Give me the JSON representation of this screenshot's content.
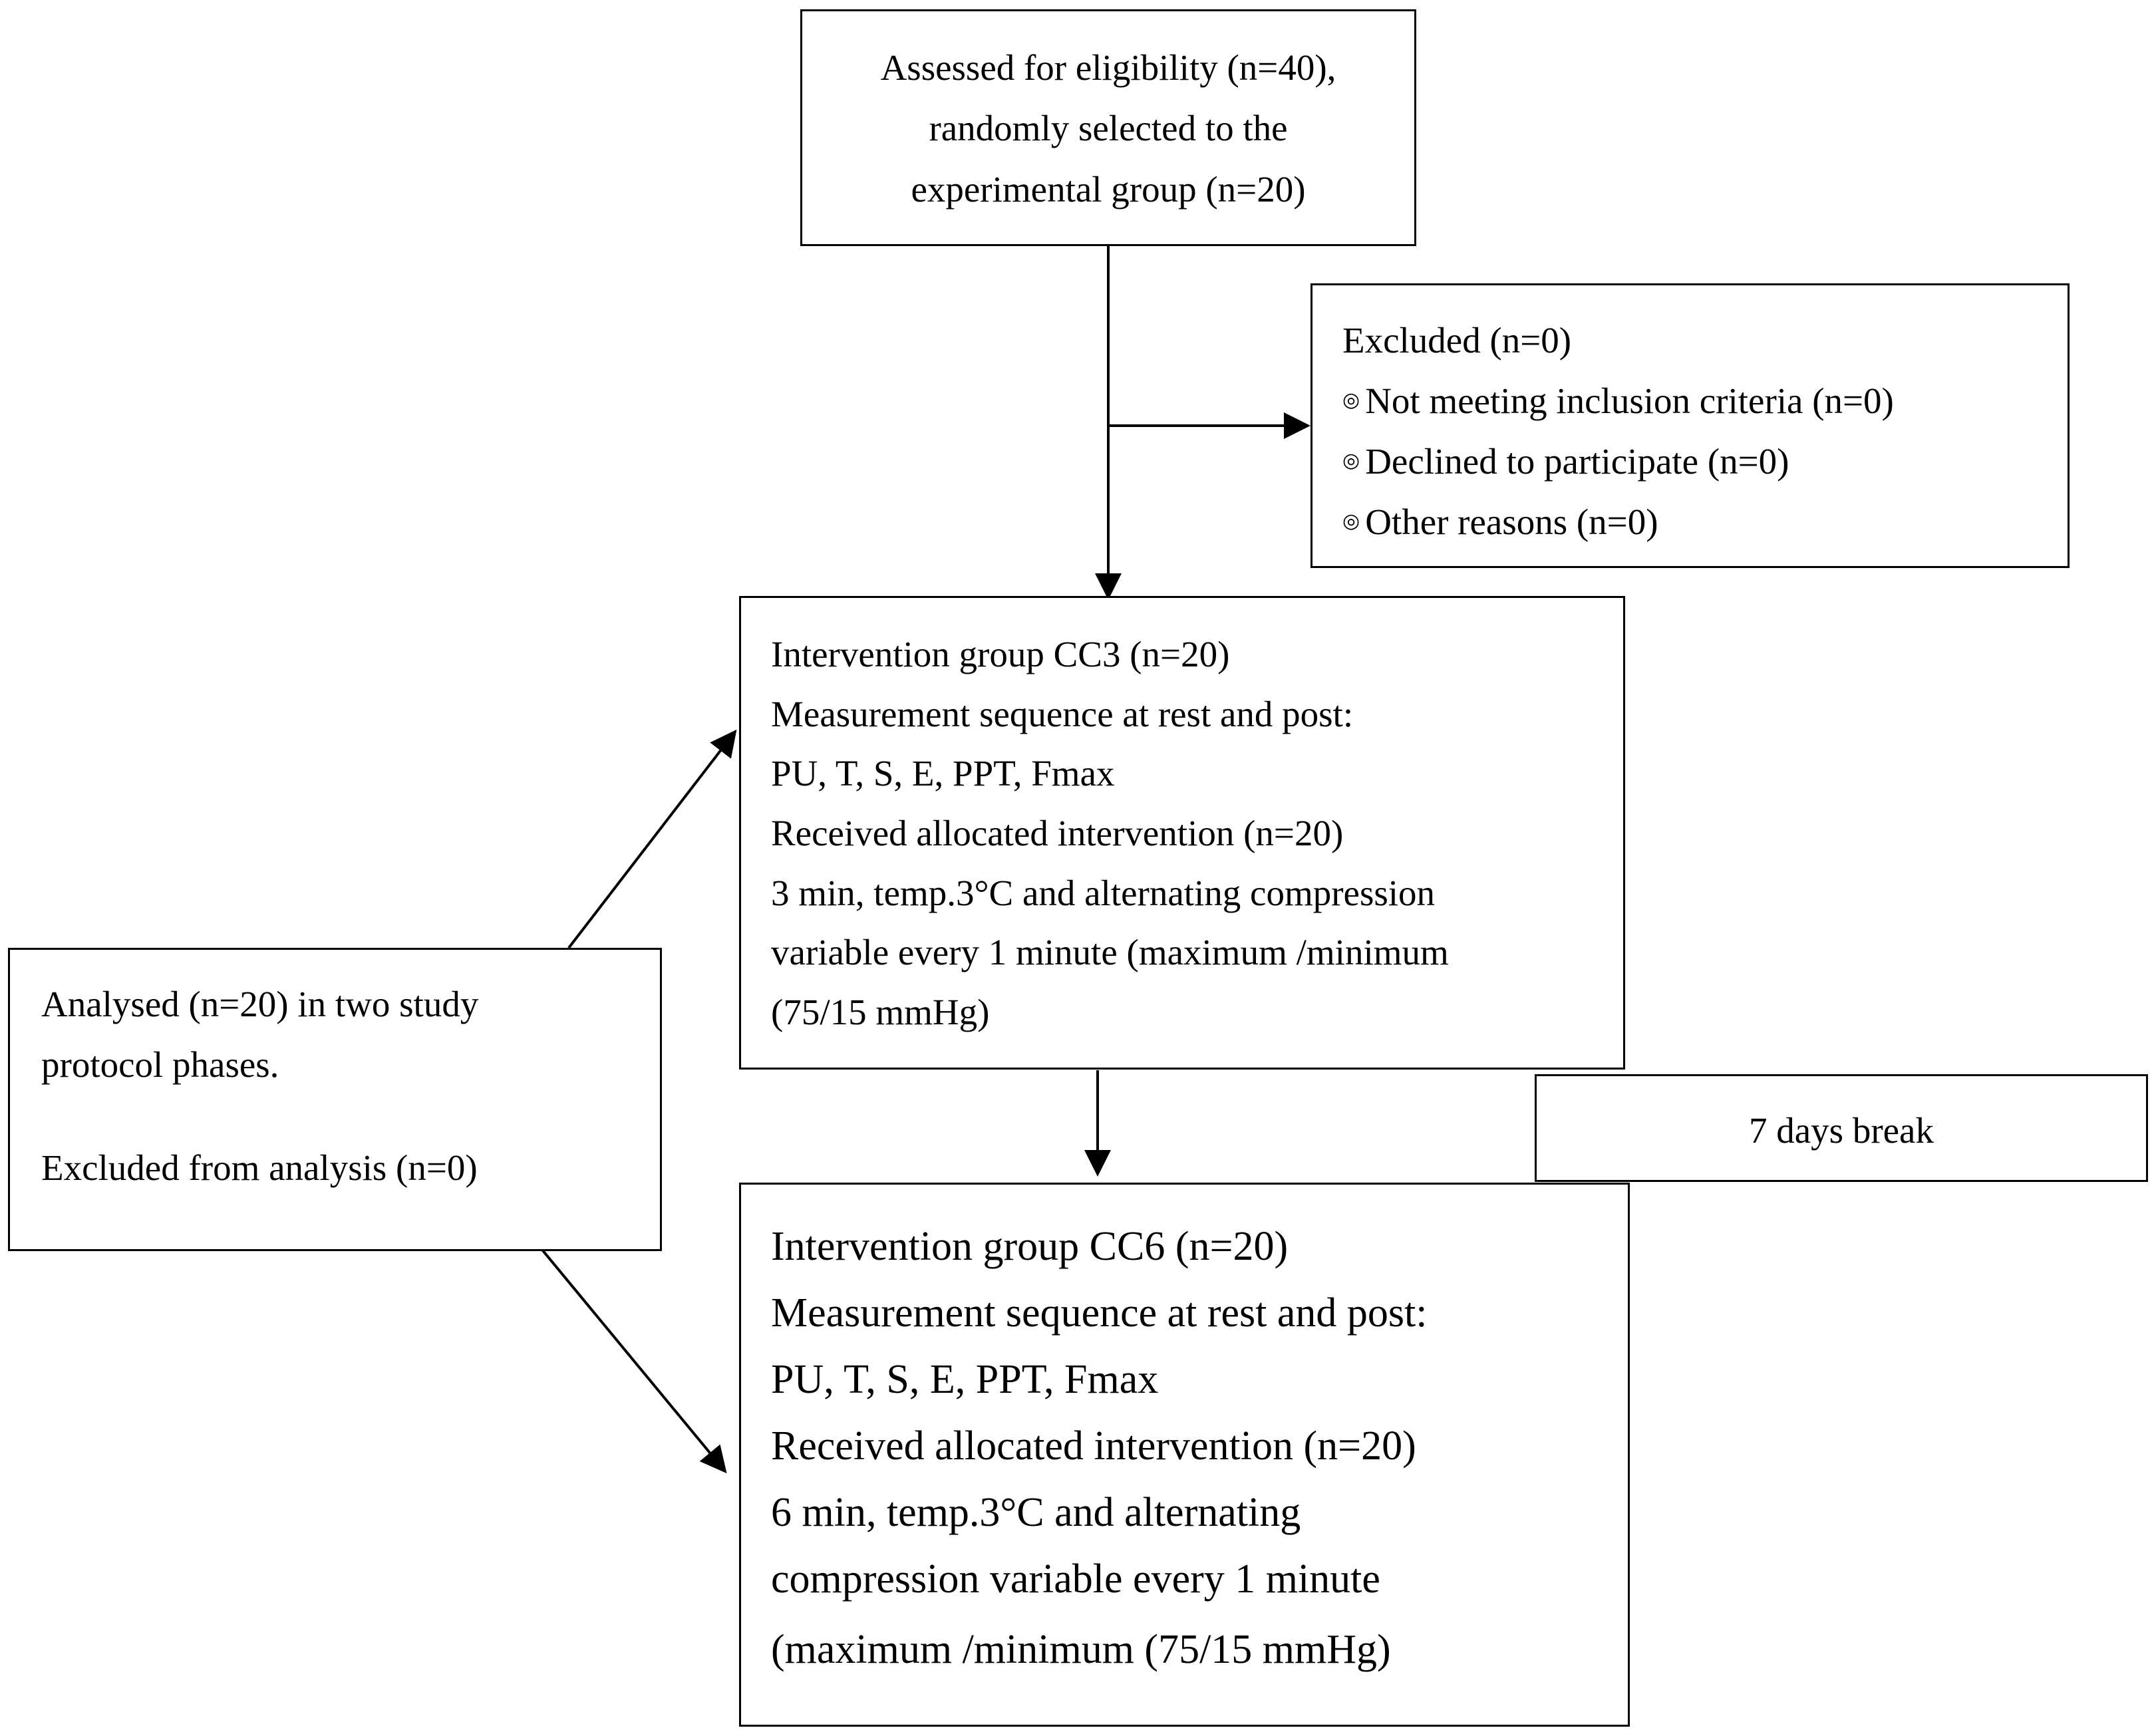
{
  "assessed": {
    "lines": [
      "Assessed for eligibility (n=40),",
      "randomly selected to the",
      "experimental group (n=20)"
    ]
  },
  "excluded": {
    "title": "Excluded (n=0)",
    "bullet_icon": "open-circle-bullet",
    "bullet_glyph": "◎",
    "items": [
      "Not meeting inclusion criteria (n=0)",
      "Declined to participate (n=0)",
      "Other reasons (n=0)"
    ]
  },
  "cc3": {
    "lines": [
      "Intervention group CC3 (n=20)",
      "Measurement sequence at rest and post:",
      "PU, T, S, E, PPT, Fmax",
      "Received allocated intervention (n=20)",
      "3 min, temp.3°C and alternating compression",
      "variable every 1 minute (maximum /minimum",
      "(75/15 mmHg)"
    ]
  },
  "analysed": {
    "lines": [
      "Analysed (n=20) in two study",
      "protocol phases.",
      "Excluded from analysis (n=0)"
    ]
  },
  "break": {
    "label": "7 days break"
  },
  "cc6": {
    "lines": [
      "Intervention group CC6 (n=20)",
      "Measurement sequence at rest and post:",
      "PU, T, S, E, PPT, Fmax",
      "Received allocated intervention (n=20)",
      "6 min, temp.3°C and alternating",
      "compression variable every 1 minute",
      "(maximum /minimum (75/15 mmHg)"
    ]
  }
}
